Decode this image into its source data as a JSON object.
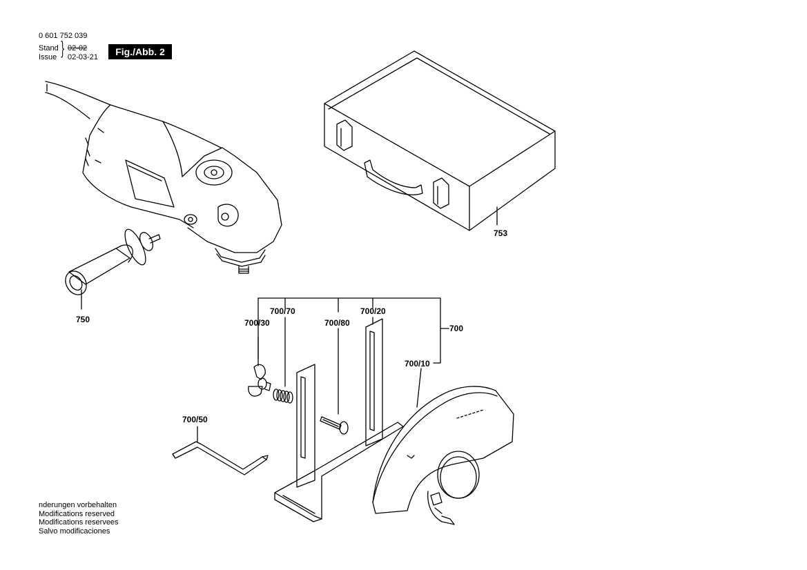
{
  "header": {
    "part_number": "0 601 752 039",
    "stand_label": "Stand",
    "stand_value": "02-02",
    "issue_label": "Issue",
    "issue_value": "02-03-21",
    "figure_label": "Fig./Abb. 2"
  },
  "callouts": {
    "c750": "750",
    "c753": "753",
    "c700": "700",
    "c700_10": "700/10",
    "c700_20": "700/20",
    "c700_30": "700/30",
    "c700_50": "700/50",
    "c700_70": "700/70",
    "c700_80": "700/80"
  },
  "footer": {
    "lines": [
      "nderungen vorbehalten",
      "Modifications reserved",
      "Modifications reservees",
      "Salvo modificaciones"
    ]
  },
  "parts": [
    {
      "id": "angle-grinder",
      "icon": "angle-grinder-drawing"
    },
    {
      "id": "side-handle",
      "icon": "side-handle-drawing"
    },
    {
      "id": "carrying-case",
      "icon": "carrying-case-drawing"
    },
    {
      "id": "cutting-guide",
      "icon": "cutting-guide-drawing"
    },
    {
      "id": "wing-nut",
      "icon": "wing-nut-drawing"
    },
    {
      "id": "spring",
      "icon": "spring-drawing"
    },
    {
      "id": "bolt",
      "icon": "bolt-drawing"
    },
    {
      "id": "hex-key",
      "icon": "hex-key-drawing"
    },
    {
      "id": "guard",
      "icon": "guard-drawing"
    }
  ]
}
